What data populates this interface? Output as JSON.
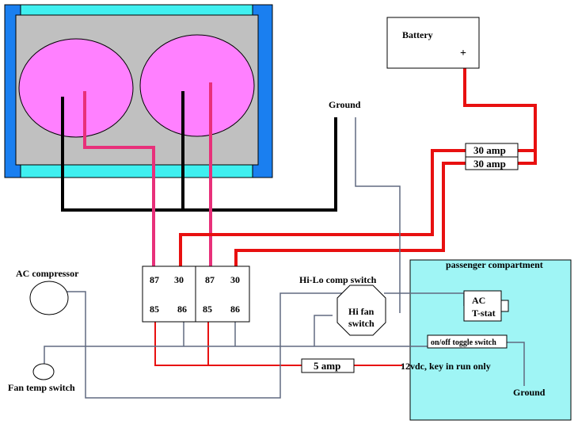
{
  "colors": {
    "fan_shroud": "#c0c0c0",
    "fan_blade": "#ff80ff",
    "radiator_core": "#3ff0f0",
    "radiator_tank": "#1a7ff0",
    "passenger_area": "#9ff5f5",
    "wire_power": "#e81010",
    "wire_pink": "#e8307a",
    "wire_ground": "#000000",
    "wire_signal": "#606a80"
  },
  "labels": {
    "battery": "Battery",
    "battery_plus": "+",
    "ground_top": "Ground",
    "fuse_1": "30 amp",
    "fuse_2": "30 amp",
    "passenger_compartment": "passenger compartment",
    "ac_compressor": "AC compressor",
    "hilo_comp_switch": "Hi-Lo comp switch",
    "hi_fan_line1": "Hi fan",
    "hi_fan_line2": "switch",
    "ac_tstat_line1": "AC",
    "ac_tstat_line2": "T-stat",
    "toggle_switch": "on/off toggle switch",
    "fuse_5": "5 amp",
    "key_on": "12vdc, key in run only",
    "ground_bottom": "Ground",
    "fan_temp_switch": "Fan temp switch"
  },
  "relay1": {
    "p87": "87",
    "p30": "30",
    "p85": "85",
    "p86": "86"
  },
  "relay2": {
    "p87": "87",
    "p30": "30",
    "p85": "85",
    "p86": "86"
  }
}
